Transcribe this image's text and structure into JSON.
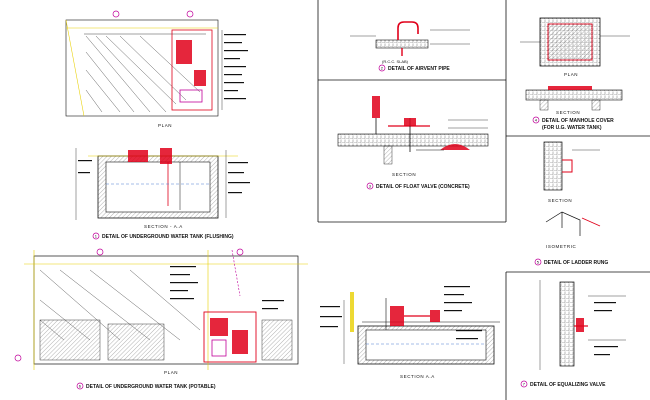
{
  "sheet": {
    "background": "#ffffff",
    "colors": {
      "line": "#1a1a1a",
      "red": "#e0001a",
      "yellow": "#e8d000",
      "magenta": "#c0009a",
      "hatch": "#555555"
    }
  },
  "panels": {
    "flushing_tank": {
      "plan_label": "PLAN",
      "section_label": "SECTION - A.A",
      "caption_number": "1",
      "caption": "DETAIL OF UNDERGROUND WATER TANK (FLUSHING)"
    },
    "airvent": {
      "slab_label": "(R.C.C. SLAB)",
      "caption_number": "2",
      "caption": "DETAIL OF AIRVENT PIPE"
    },
    "float_valve": {
      "section_label": "SECTION",
      "caption_number": "3",
      "caption": "DETAIL OF FLOAT VALVE (CONCRETE)"
    },
    "manhole": {
      "plan_label": "PLAN",
      "section_label": "SECTION",
      "caption_number": "4",
      "caption_line1": "DETAIL OF MANHOLE COVER",
      "caption_line2": "(FOR U.G. WATER TANK)"
    },
    "ladder": {
      "section_label": "SECTION",
      "iso_label": "ISOMETRIC",
      "caption_number": "5",
      "caption": "DETAIL OF LADDER RUNG"
    },
    "potable_tank": {
      "plan_label": "PLAN",
      "section_label": "SECTION A.A",
      "caption_number": "6",
      "caption": "DETAIL OF UNDERGROUND WATER TANK (POTABLE)"
    },
    "equalizing": {
      "caption_number": "7",
      "caption": "DETAIL OF EQUALIZING VALVE"
    }
  }
}
